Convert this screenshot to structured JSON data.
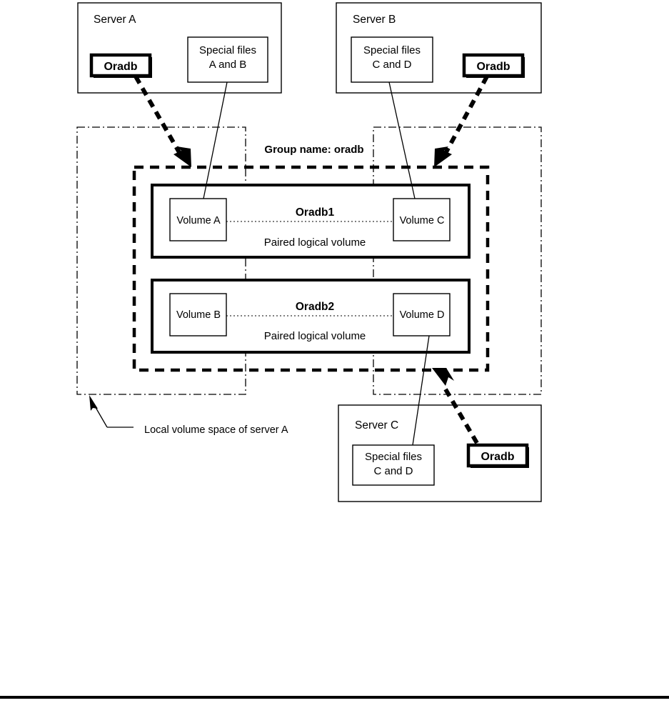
{
  "diagram": {
    "title": "Group name: oradb",
    "caption": "Local volume space of server A",
    "servers": [
      {
        "id": "server-a",
        "label": "Server A",
        "badge": "Oradb",
        "special_files": "Special files\nA and B",
        "special_files_line1": "Special files",
        "special_files_line2": "A and B"
      },
      {
        "id": "server-b",
        "label": "Server B",
        "badge": "Oradb",
        "special_files_line1": "Special files",
        "special_files_line2": "C and D"
      },
      {
        "id": "server-c",
        "label": "Server C",
        "badge": "Oradb",
        "special_files_line1": "Special files",
        "special_files_line2": "C and D"
      }
    ],
    "pairs": [
      {
        "id": "oradb1",
        "name": "Oradb1",
        "subtitle": "Paired logical volume",
        "left_volume": "Volume A",
        "right_volume": "Volume C"
      },
      {
        "id": "oradb2",
        "name": "Oradb2",
        "subtitle": "Paired logical volume",
        "left_volume": "Volume B",
        "right_volume": "Volume D"
      }
    ],
    "colors": {
      "line": "#000000",
      "background": "#ffffff"
    }
  }
}
